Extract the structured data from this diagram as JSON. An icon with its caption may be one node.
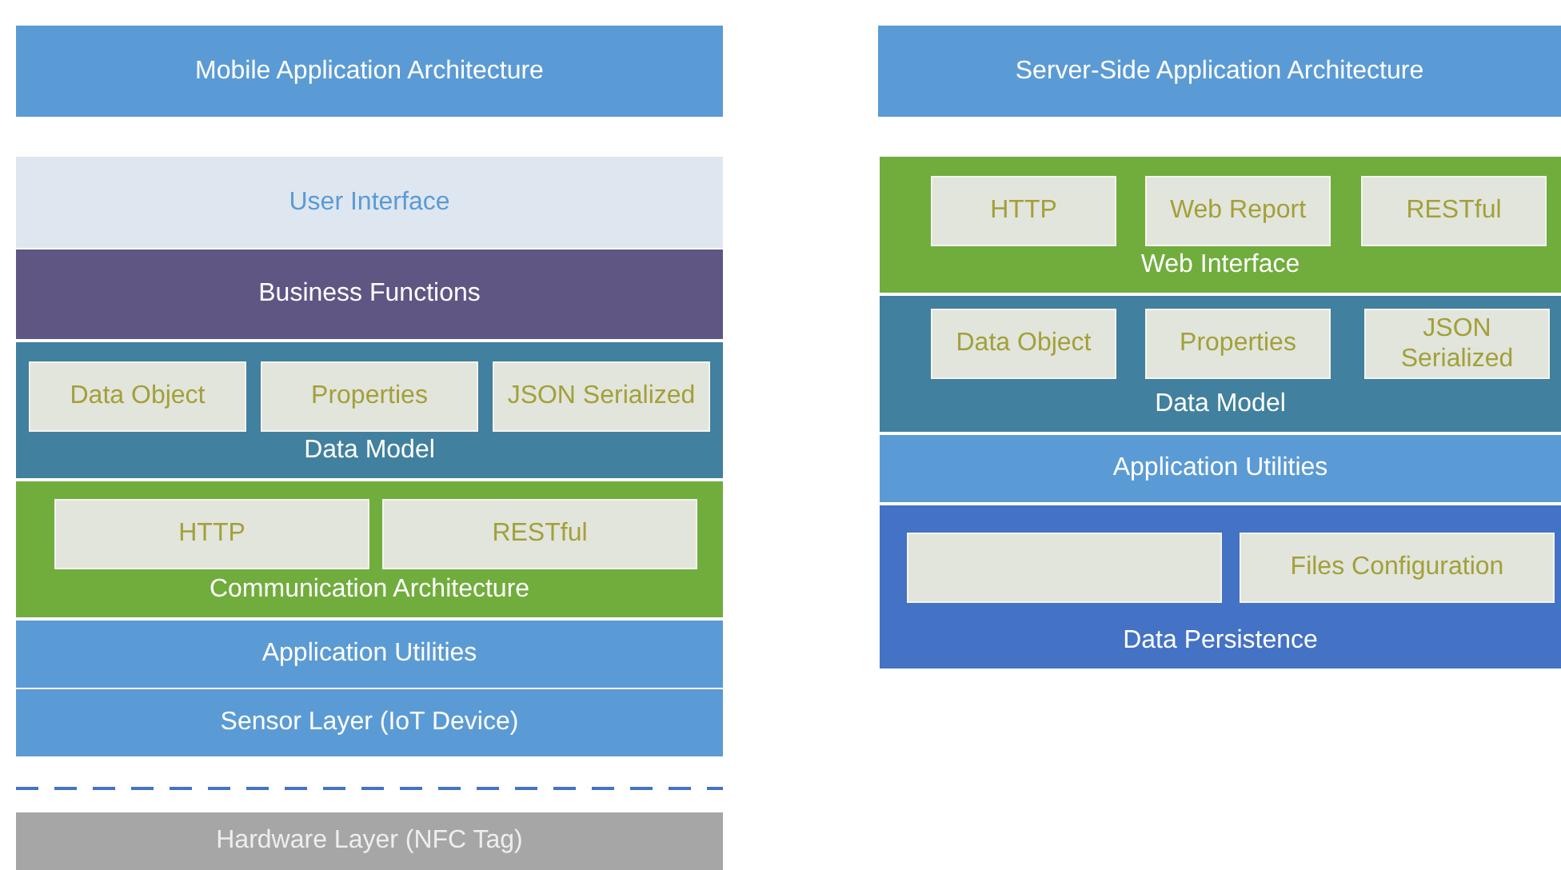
{
  "diagram": {
    "nodes": [
      {
        "text": [
          "Mobile Application Architecture"
        ]
      },
      {
        "text": [
          "User Interface"
        ]
      },
      {
        "text": [
          "Business Functions"
        ]
      },
      {
        "text": [
          "Data Model"
        ]
      },
      {
        "text": [
          "Data Object"
        ],
        "in": 3
      },
      {
        "text": [
          "Properties"
        ],
        "in": 3
      },
      {
        "text": [
          "JSON Serialized"
        ],
        "in": 3
      },
      {
        "text": [
          "Communication Architecture"
        ]
      },
      {
        "text": [
          "HTTP"
        ],
        "in": 7
      },
      {
        "text": [
          "RESTful"
        ],
        "in": 7
      },
      {
        "text": [
          "Application Utilities"
        ]
      },
      {
        "text": [
          "Sensor Layer (IoT Device)"
        ]
      },
      {
        "text": [
          "Hardware Layer (NFC Tag)"
        ]
      },
      {
        "text": [
          "Server-Side Application Architecture"
        ]
      },
      {
        "text": [
          "Web Interface"
        ]
      },
      {
        "text": [
          "HTTP"
        ],
        "in": 14
      },
      {
        "text": [
          "Web Report"
        ],
        "in": 14
      },
      {
        "text": [
          "RESTful"
        ],
        "in": 14
      },
      {
        "text": [
          "Data Model"
        ]
      },
      {
        "text": [
          "Data Object"
        ],
        "in": 18
      },
      {
        "text": [
          "Properties"
        ],
        "in": 18
      },
      {
        "text": [
          "JSON Serialized"
        ],
        "in": 18
      },
      {
        "text": [
          "Application Utilities"
        ]
      },
      {
        "text": [
          "Data Persistence"
        ]
      },
      {
        "text": [],
        "shape": "box",
        "in": 23
      },
      {
        "text": [
          "Files Configuration"
        ],
        "in": 23
      }
    ]
  }
}
